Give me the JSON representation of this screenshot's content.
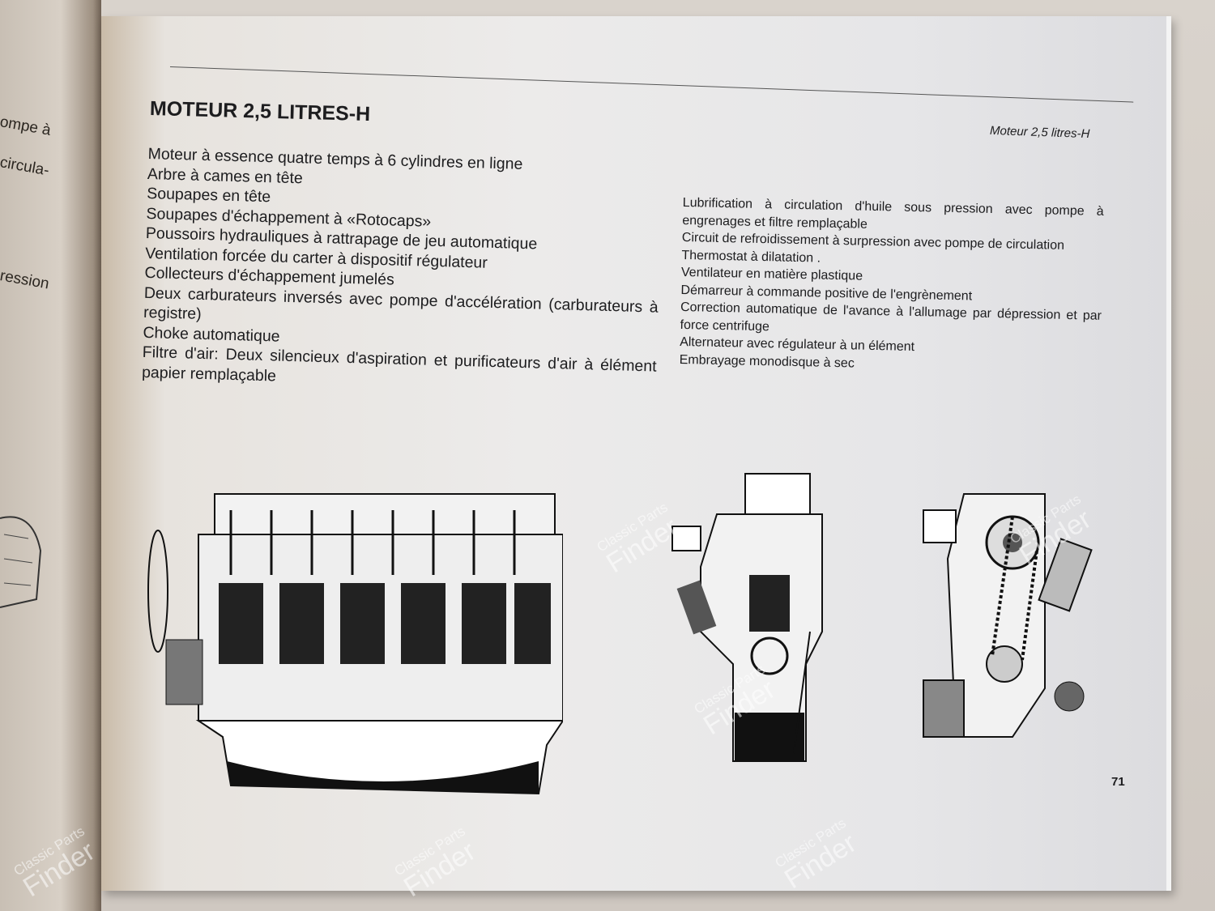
{
  "left_page": {
    "fragments": [
      "ompe à",
      "circula-",
      "ression"
    ]
  },
  "header": {
    "title": "MOTEUR 2,5 LITRES-H",
    "running_head": "Moteur 2,5 litres-H"
  },
  "left_column": [
    "Moteur à essence quatre temps à 6 cylindres en ligne",
    "Arbre à cames en tête",
    "Soupapes en tête",
    "Soupapes d'échappement à «Rotocaps»",
    "Poussoirs hydrauliques à rattrapage de jeu automatique",
    "Ventilation forcée du carter à dispositif régulateur",
    "Collecteurs d'échappement jumelés",
    "Deux carburateurs inversés avec pompe d'accélération (carburateurs à registre)",
    "Choke automatique",
    "Filtre d'air: Deux silencieux d'aspiration et purificateurs d'air à élément papier remplaçable"
  ],
  "right_column": [
    "Lubrification à circulation d'huile sous pression avec pompe à engrenages et filtre remplaçable",
    "Circuit de refroidissement à surpression avec pompe de circulation",
    "Thermostat à dilatation .",
    "Ventilateur en matière plastique",
    "Démarreur à commande positive de l'engrènement",
    "Correction automatique de l'avance à l'allumage par dépression et par force centrifuge",
    "Alternateur avec régulateur à un élément",
    "Embrayage monodisque à sec"
  ],
  "page_number": "71",
  "watermark": {
    "line1": "Classic Parts",
    "line2": "Finder"
  }
}
